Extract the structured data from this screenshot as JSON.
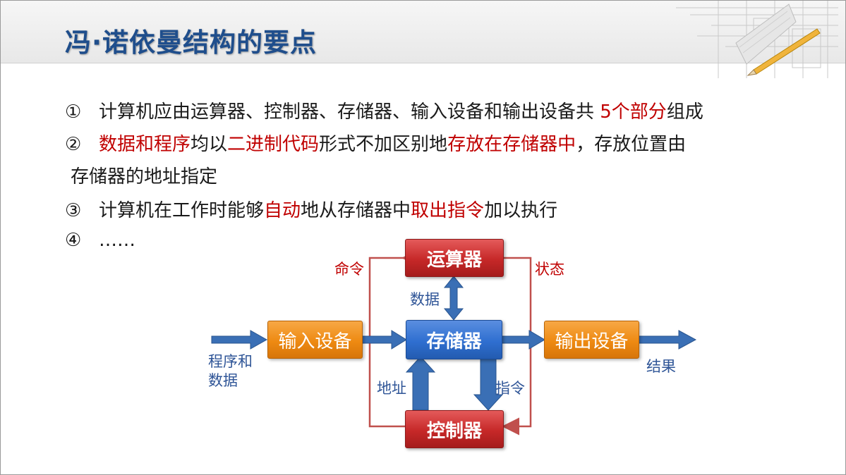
{
  "slide": {
    "title": "冯·诺依曼结构的要点"
  },
  "points": [
    {
      "num": "①",
      "parts": [
        {
          "text": "计算机应由运算器、控制器、存储器、输入设备和输出设备共 ",
          "red": false
        },
        {
          "text": "5个部分",
          "red": true
        },
        {
          "text": "组成",
          "red": false
        }
      ]
    },
    {
      "num": "②",
      "parts": [
        {
          "text": "数据和程序",
          "red": true
        },
        {
          "text": "均以",
          "red": false
        },
        {
          "text": "二进制代码",
          "red": true
        },
        {
          "text": "形式不加区别地",
          "red": false
        },
        {
          "text": "存放在存储器中",
          "red": true
        },
        {
          "text": "，存放位置由",
          "red": false
        }
      ],
      "continuation": "存储器的地址指定"
    },
    {
      "num": "③",
      "parts": [
        {
          "text": "计算机在工作时能够",
          "red": false
        },
        {
          "text": "自动",
          "red": true
        },
        {
          "text": "地从存储器中",
          "red": false
        },
        {
          "text": "取出指令",
          "red": true
        },
        {
          "text": "加以执行",
          "red": false
        }
      ]
    },
    {
      "num": "④",
      "parts": [
        {
          "text": "……",
          "red": false
        }
      ]
    }
  ],
  "diagram": {
    "alu": "运算器",
    "memory": "存储器",
    "control": "控制器",
    "input": "输入设备",
    "output": "输出设备",
    "labels": {
      "command": "命令",
      "status": "状态",
      "data": "数据",
      "program_and": "程序和",
      "program_data": "数据",
      "result": "结果",
      "address": "地址",
      "instruction": "指令"
    },
    "colors": {
      "blue_arrow": "#3a6fb5",
      "red_line": "#c0504d",
      "alu_box": "#c62828",
      "memory_box": "#2f6fd0",
      "io_box": "#ee8a12"
    }
  }
}
